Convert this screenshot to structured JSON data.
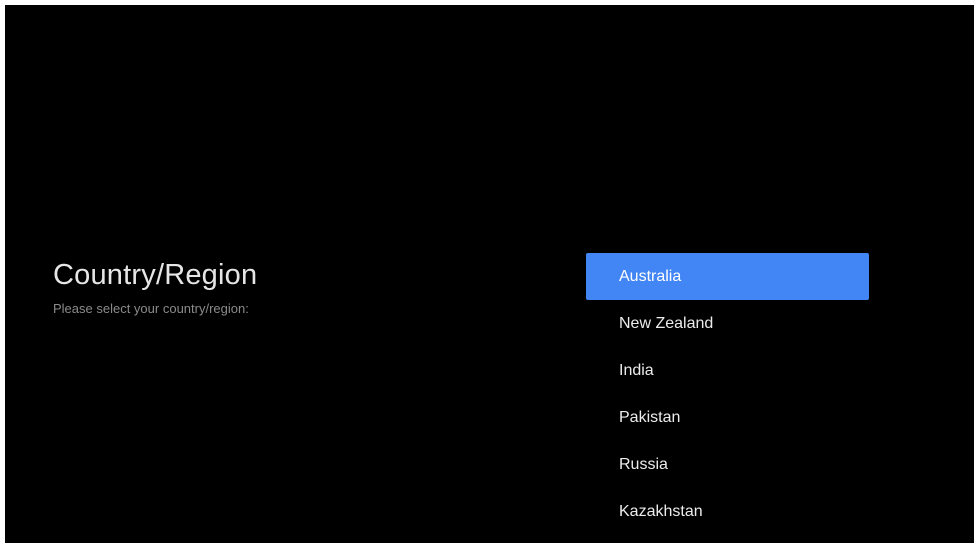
{
  "header": {
    "title": "Country/Region",
    "subtitle": "Please select your country/region:"
  },
  "countries": {
    "selected_index": 0,
    "items": [
      {
        "label": "Australia"
      },
      {
        "label": "New Zealand"
      },
      {
        "label": "India"
      },
      {
        "label": "Pakistan"
      },
      {
        "label": "Russia"
      },
      {
        "label": "Kazakhstan"
      }
    ]
  },
  "colors": {
    "background": "#000000",
    "accent": "#4285f4",
    "subtitle": "#8a8a8a"
  }
}
